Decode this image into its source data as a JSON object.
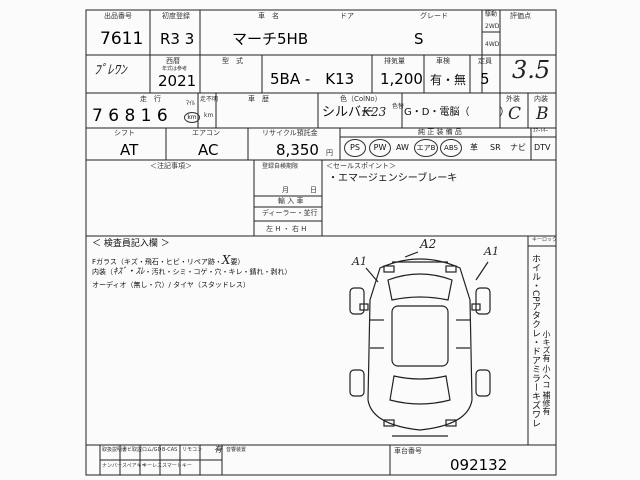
{
  "header": {
    "lot_label": "出品番号",
    "lot_number": "7611",
    "first_reg_label": "初度登録",
    "first_reg": "R3 3",
    "car_name_label": "車　名",
    "door_label": "ドア",
    "grade_label": "グレード",
    "car_name": "マーチ5HB",
    "grade": "S",
    "drive_labels": [
      "2WD",
      "4WD"
    ],
    "drive_header": "駆動",
    "score_label": "評価点",
    "score": "3.5"
  },
  "row2": {
    "prefix_note": "ﾌﾟﾚﾜﾝ",
    "year_label": "西暦",
    "year_sublabel": "年式は参考",
    "year": "2021",
    "model_label": "型　式",
    "model": "5BA -　K13",
    "displacement_label": "排気量",
    "displacement": "1,200",
    "inspection_label": "車検",
    "inspection_value": "有・無",
    "seats_label": "定員",
    "seats": "5"
  },
  "row3": {
    "mileage_label": "走　行",
    "mileage": "7 6 8 1 6",
    "mileage_unit": "km",
    "mileage_suffix": "ﾏｲﾙ",
    "mileage_note": "km",
    "unknown_label": "走不明",
    "history_label": "車　歴",
    "color_label": "色（ColNo）",
    "color": "シルバー",
    "color_no": "K23",
    "paint_label": "色替",
    "equip_text": "G・D・電脳（　　　）",
    "exterior_label": "外装",
    "interior_label": "内装",
    "exterior_grade": "C",
    "interior_grade": "B"
  },
  "row4": {
    "shift_label": "シフト",
    "shift": "AT",
    "ac_label": "エアコン",
    "ac": "AC",
    "recycle_label": "リサイクル預託金",
    "recycle": "8,350",
    "recycle_unit": "円",
    "equip_header": "純 正 装 備 品",
    "equip": [
      "PS",
      "PW",
      "AW",
      "エアB",
      "ABS",
      "革",
      "SR",
      "ナビ",
      "DTV"
    ],
    "equip_circled": [
      "PS",
      "PW",
      "エアB",
      "ABS"
    ],
    "smart_key_label": "ｽﾏｰﾄｷｰ"
  },
  "notes": {
    "header_label": "＜注記事項＞",
    "inspection_date_label": "登録自検期限",
    "date_month": "月",
    "date_day": "日",
    "import_label": "輸 入 車",
    "dealer_label": "ディーラー・並行",
    "handle_label": "左 H ・ 右 H",
    "sales_points_label": "＜セールスポイント＞",
    "sales_points": "・エマージェンシーブレーキ"
  },
  "inspector": {
    "header": "＜ 検査員記入欄 ＞",
    "line1": "Fガラス（キズ・飛石・ヒビ・リペア跡・",
    "line1_mark": "X",
    "line1_end": "要）",
    "line2": "内装（",
    "line2_hand": "ｷｽﾞ・ｽﾚ",
    "line2_rest": "・汚れ・シミ・コゲ・穴・キレ・錆れ・剥れ）",
    "line3": "オーディオ（無し・穴）/ タイヤ（スタッドレス）",
    "key_label": "キーロック",
    "side_note": "ホイル・CPアタクレ・ドアミラーキズワレ",
    "side_note2": "小キズ有 小ヘコ 補修有"
  },
  "diagram_marks": [
    "A1",
    "A2",
    "A1"
  ],
  "footer": {
    "cols": [
      "取扱説明書",
      "ナビ取説",
      "ロム/GD",
      "B-CAS",
      "リモコン",
      "音響装置"
    ],
    "cols2": [
      "ナンバー",
      "スペアキー",
      "キーレス",
      "スマートキー"
    ],
    "check_mark": "有",
    "chassis_label": "車台番号",
    "chassis": "092132"
  }
}
